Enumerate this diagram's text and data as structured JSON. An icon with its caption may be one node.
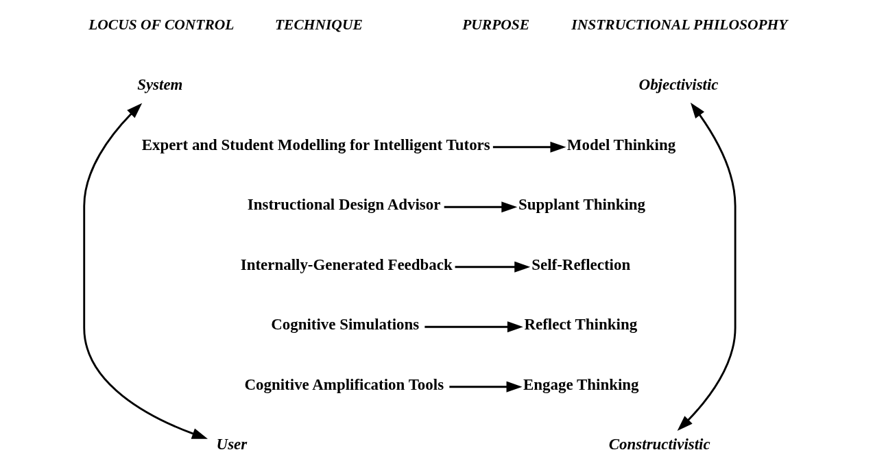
{
  "diagram": {
    "nodes": [
      {
        "text": [
          "System"
        ]
      },
      {
        "text": [
          "User"
        ]
      },
      {
        "text": [
          "Expert and Student Modelling for Intelligent Tutors"
        ]
      },
      {
        "text": [
          "Model Thinking"
        ]
      },
      {
        "text": [
          "Instructional Design Advisor"
        ]
      },
      {
        "text": [
          "Supplant Thinking"
        ]
      },
      {
        "text": [
          "Internally-Generated Feedback"
        ]
      },
      {
        "text": [
          "Self-Reflection"
        ]
      },
      {
        "text": [
          "Cognitive Simulations"
        ]
      },
      {
        "text": [
          "Reflect Thinking"
        ]
      },
      {
        "text": [
          "Cognitive Amplification Tools"
        ]
      },
      {
        "text": [
          "Engage Thinking"
        ]
      },
      {
        "text": [
          "Objectivistic"
        ]
      },
      {
        "text": [
          "Constructivistic"
        ]
      }
    ],
    "edges": [
      {
        "from": 0,
        "to": 1,
        "arrow": "both"
      },
      {
        "from": 2,
        "to": 3,
        "arrow": "to"
      },
      {
        "from": 4,
        "to": 5,
        "arrow": "to"
      },
      {
        "from": 6,
        "to": 7,
        "arrow": "to"
      },
      {
        "from": 8,
        "to": 9,
        "arrow": "to"
      },
      {
        "from": 10,
        "to": 11,
        "arrow": "to"
      },
      {
        "from": 12,
        "to": 13,
        "arrow": "both"
      }
    ],
    "labels": [
      "LOCUS OF CONTROL",
      "TECHNIQUE",
      "PURPOSE",
      "INSTRUCTIONAL PHILOSOPHY"
    ]
  }
}
